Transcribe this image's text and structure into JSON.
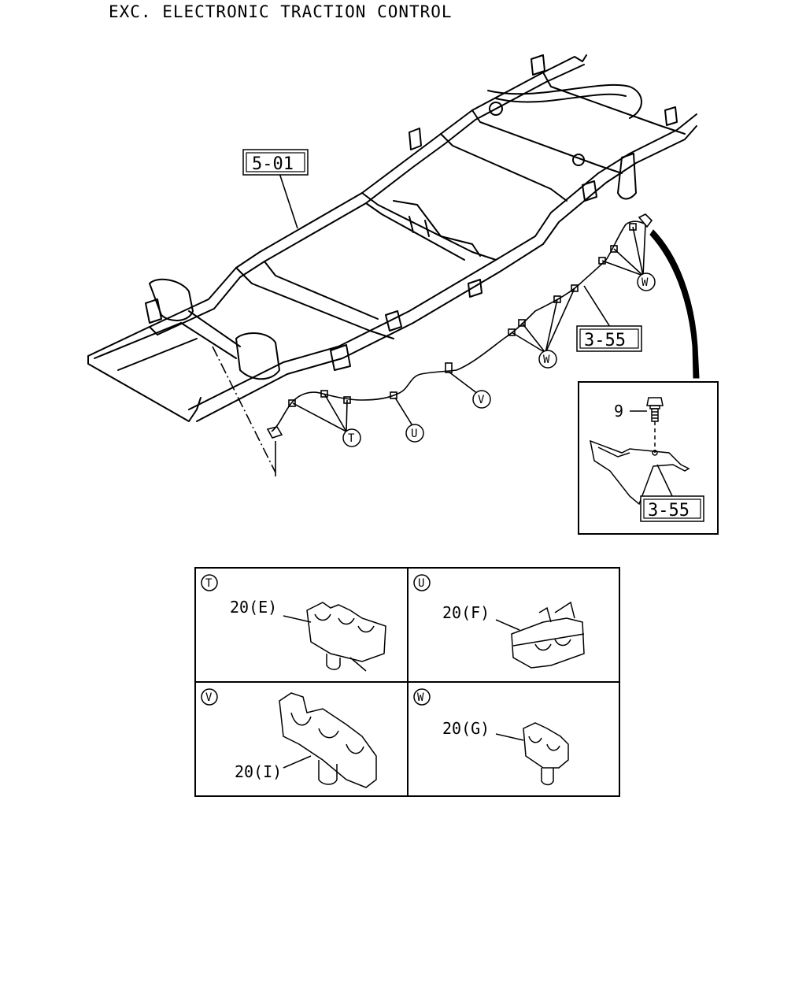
{
  "title": "EXC. ELECTRONIC TRACTION CONTROL",
  "callouts": {
    "frame": "5-01",
    "pipe_main": "3-55",
    "bracket_detail": "3-55",
    "bolt": "9"
  },
  "clip_markers": [
    "T",
    "U",
    "V",
    "W"
  ],
  "panels": [
    {
      "marker": "T",
      "part": "20(E)"
    },
    {
      "marker": "U",
      "part": "20(F)"
    },
    {
      "marker": "V",
      "part": "20(I)"
    },
    {
      "marker": "W",
      "part": "20(G)"
    }
  ]
}
